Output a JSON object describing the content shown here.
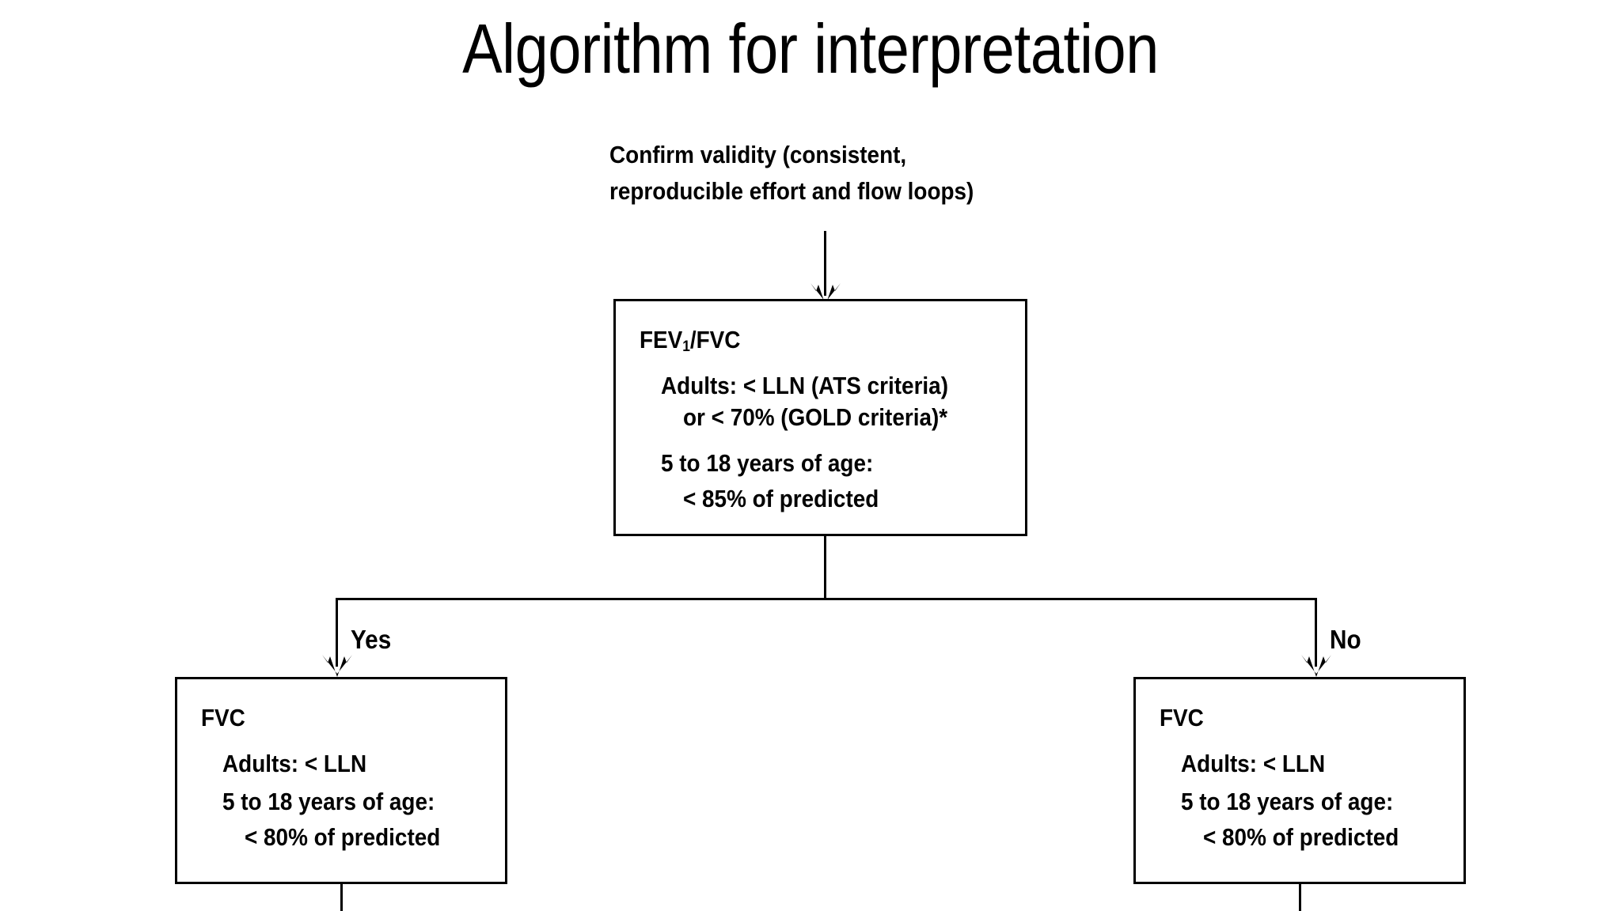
{
  "slide": {
    "title": "Algorithm for interpretation"
  },
  "intro": {
    "line1": "Confirm validity (consistent,",
    "line2": "reproducible effort and flow loops)"
  },
  "decision_box": {
    "heading_prefix": "FEV",
    "heading_subscript": "1",
    "heading_suffix": "/FVC",
    "heading_plain": "FEV1/FVC",
    "line1": "Adults: < LLN (ATS criteria)",
    "line2": "or < 70% (GOLD criteria)*",
    "line3": "5 to 18 years of age:",
    "line4": "< 85% of predicted"
  },
  "edges": {
    "yes_label": "Yes",
    "no_label": "No"
  },
  "left_box": {
    "heading": "FVC",
    "line1": "Adults: < LLN",
    "line2": "5 to 18 years of age:",
    "line3": "< 80% of predicted"
  },
  "right_box": {
    "heading": "FVC",
    "line1": "Adults: < LLN",
    "line2": "5 to 18 years of age:",
    "line3": "< 80% of predicted"
  },
  "colors": {
    "background": "#ffffff",
    "ink": "#000000",
    "box_border": "#000000"
  }
}
